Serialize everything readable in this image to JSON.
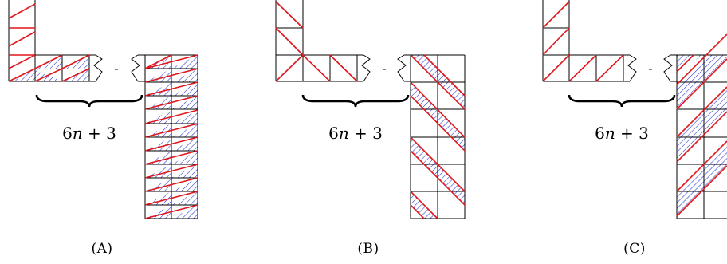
{
  "colors": {
    "grid": "#000000",
    "diagonal": "#e0161b",
    "hatch": "#2030d0"
  },
  "panels": [
    {
      "caption": "(A)",
      "brace_label_coef": "6",
      "brace_label_var": "n",
      "brace_label_rest": " + 3",
      "gap_mark": "-"
    },
    {
      "caption": "(B)",
      "brace_label_coef": "6",
      "brace_label_var": "n",
      "brace_label_rest": " + 3",
      "gap_mark": "-"
    },
    {
      "caption": "(C)",
      "brace_label_coef": "6",
      "brace_label_var": "n",
      "brace_label_rest": " + 3",
      "gap_mark": "-"
    }
  ]
}
